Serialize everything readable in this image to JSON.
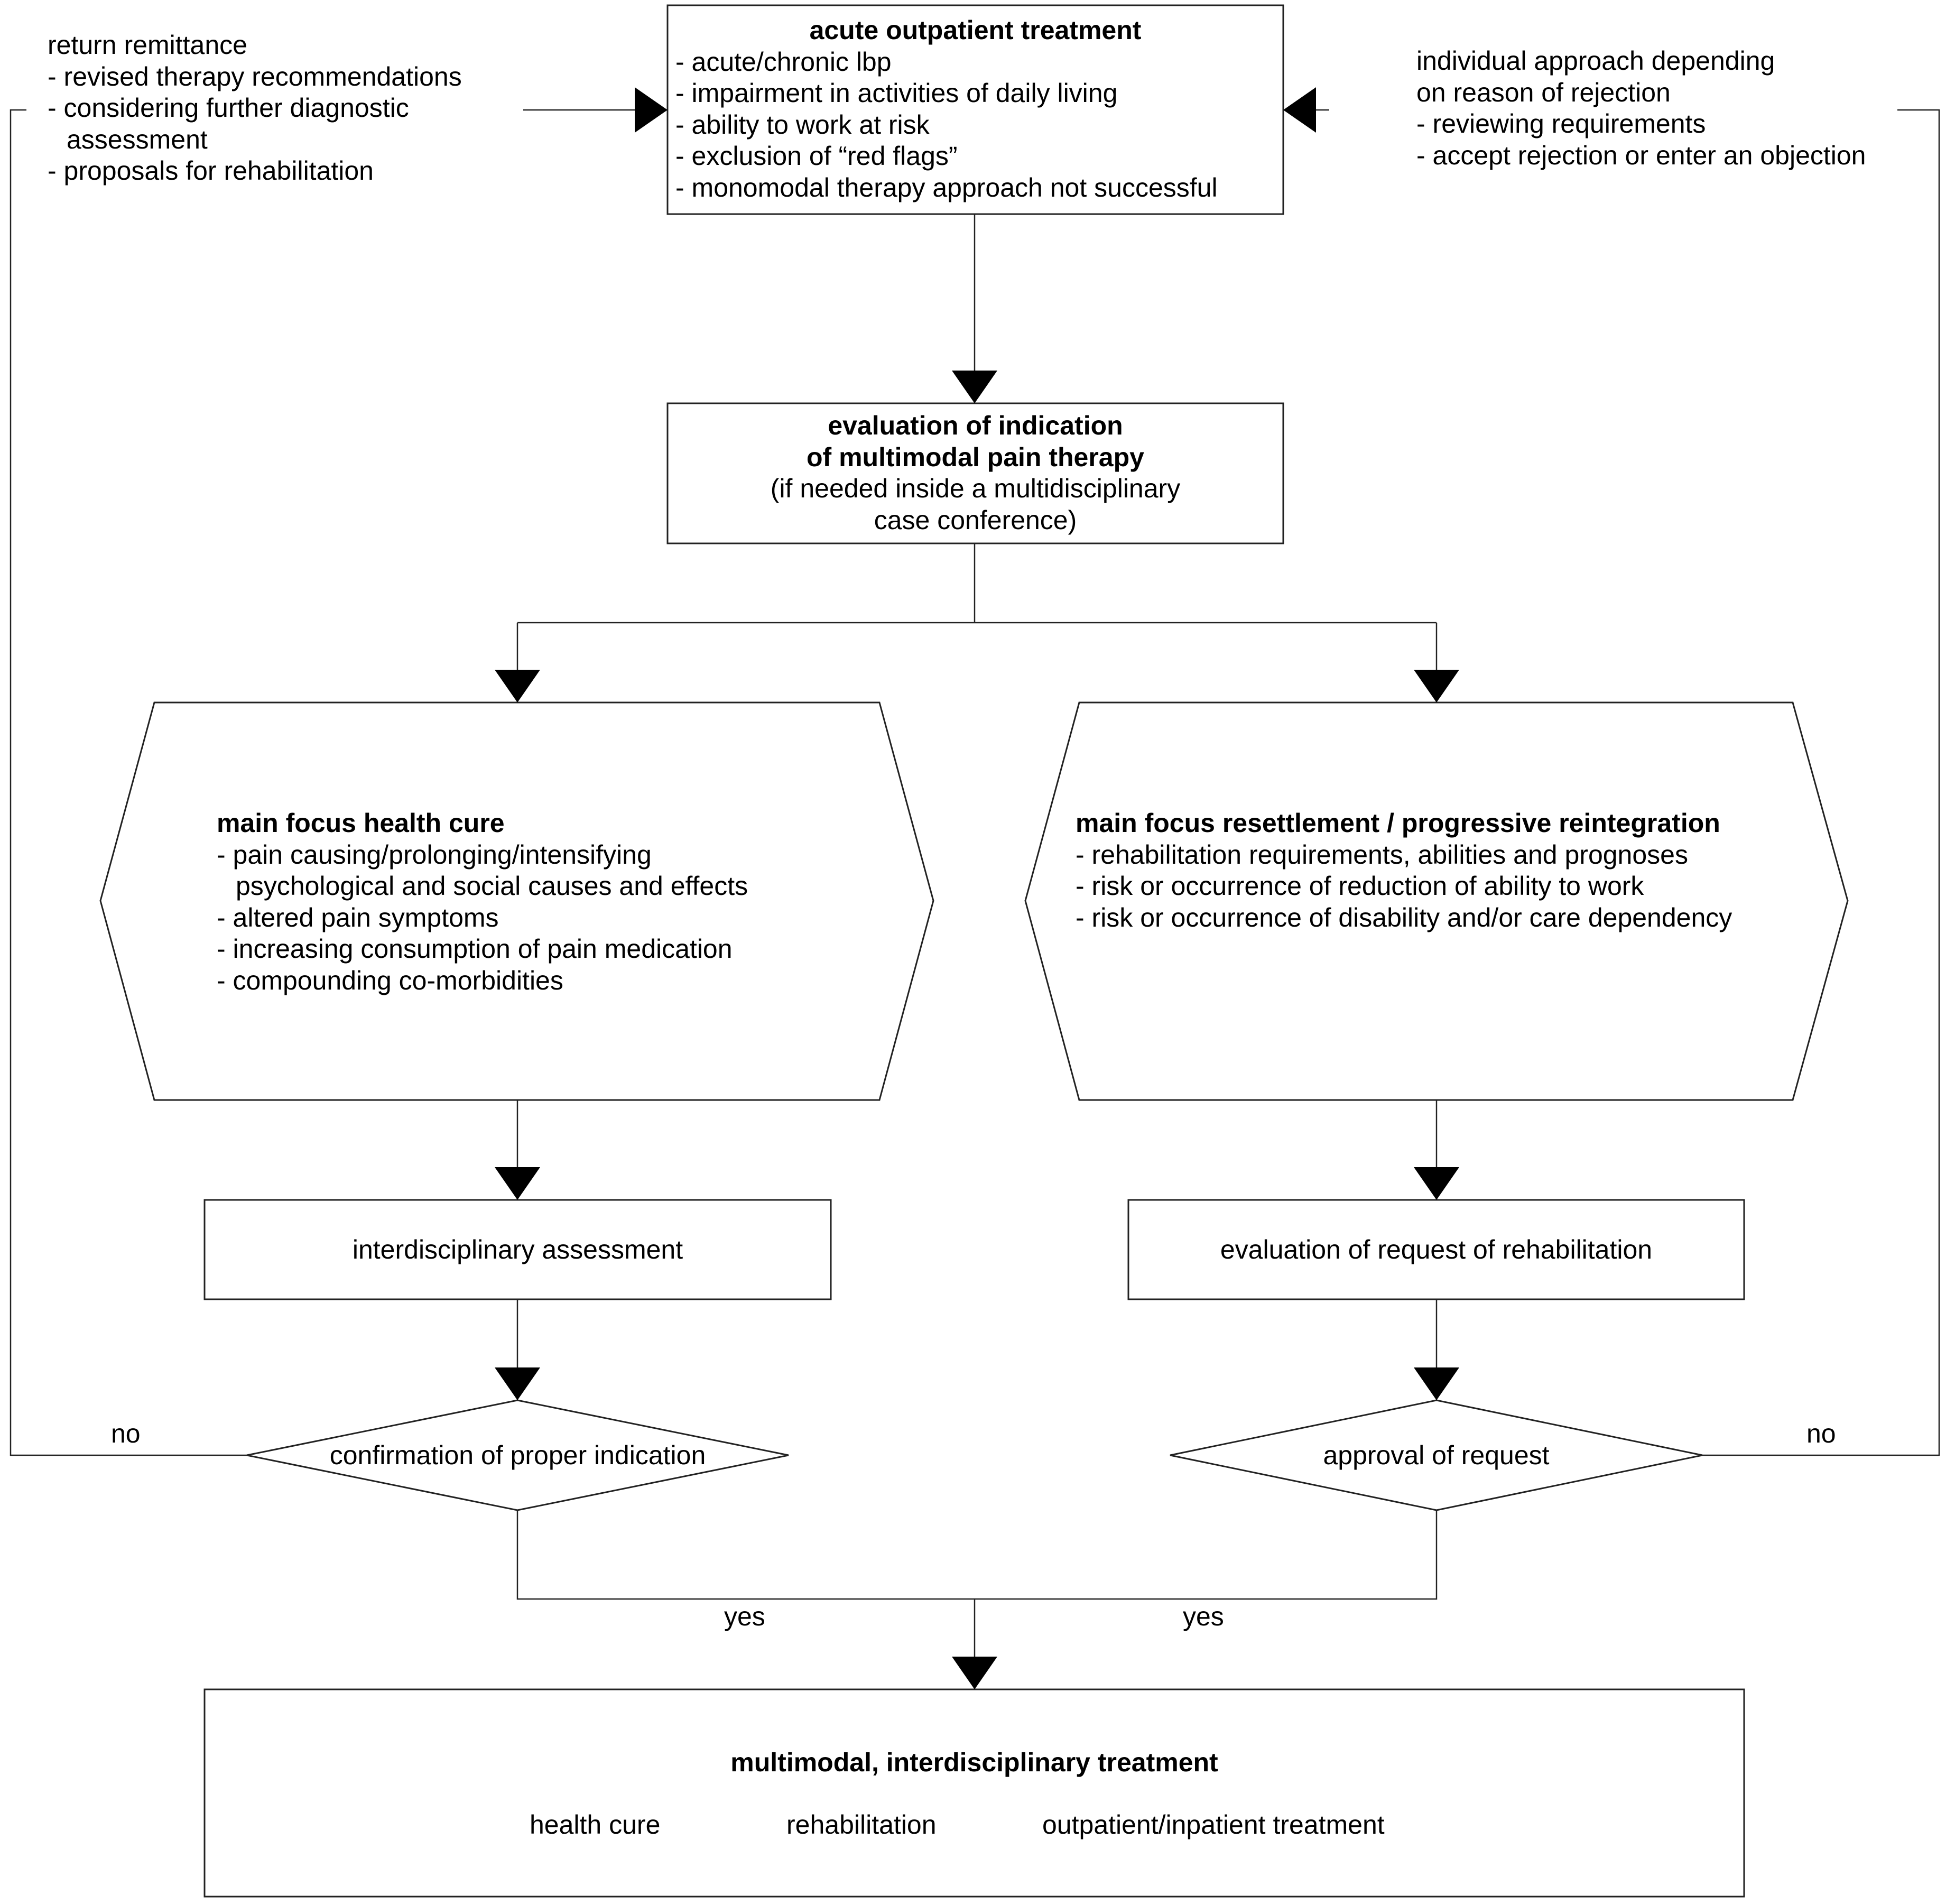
{
  "side_notes": {
    "left": {
      "title": "return remittance",
      "items": [
        "- revised therapy recommendations",
        "- considering further diagnostic",
        "assessment",
        "- proposals for rehabilitation"
      ]
    },
    "right": {
      "title": "individual approach depending",
      "title2": "on reason of rejection",
      "items": [
        "- reviewing requirements",
        "- accept rejection or enter an objection"
      ]
    }
  },
  "nodes": {
    "acute": {
      "title": "acute outpatient treatment",
      "items": [
        "- acute/chronic lbp",
        "- impairment in activities of daily living",
        "- ability to work at risk",
        "- exclusion of “red flags”",
        "- monomodal therapy approach not successful"
      ]
    },
    "evaluation": {
      "title1": "evaluation of indication",
      "title2": "of multimodal pain therapy",
      "sub1": "(if needed inside a multidisciplinary",
      "sub2": "case conference)"
    },
    "health_cure": {
      "title": "main focus health cure",
      "items": [
        "- pain causing/prolonging/intensifying",
        "psychological and social causes and effects",
        "- altered pain symptoms",
        "- increasing consumption of pain medication",
        "- compounding co-morbidities"
      ]
    },
    "resettlement": {
      "title": "main focus resettlement / progressive reintegration",
      "items": [
        "- rehabilitation requirements, abilities and prognoses",
        "- risk or occurrence of reduction of ability to work",
        "- risk or occurrence of disability and/or care dependency"
      ]
    },
    "interdisciplinary": {
      "label": "interdisciplinary assessment"
    },
    "rehab_request": {
      "label": "evaluation of request of rehabilitation"
    },
    "confirmation": {
      "label": "confirmation of proper indication"
    },
    "approval": {
      "label": "approval of request"
    },
    "final": {
      "title": "multimodal, interdisciplinary treatment",
      "options": [
        "health cure",
        "rehabilitation",
        "outpatient/inpatient treatment"
      ]
    }
  },
  "edge_labels": {
    "left_no": "no",
    "right_no": "no",
    "left_yes": "yes",
    "right_yes": "yes"
  }
}
